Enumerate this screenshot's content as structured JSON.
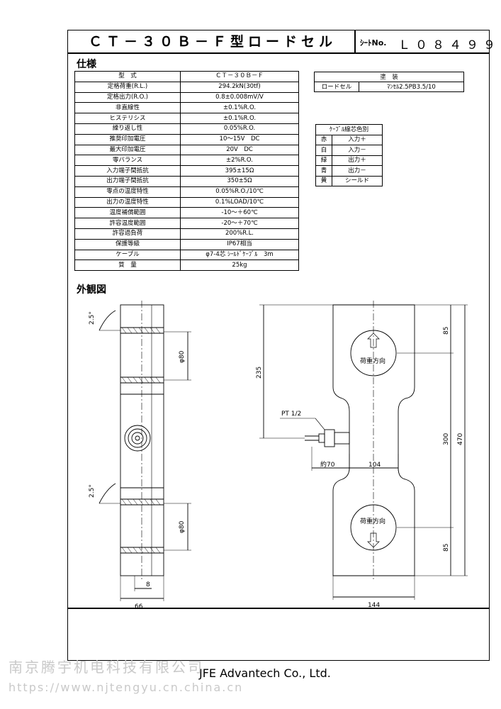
{
  "header": {
    "title": "ＣＴ－３０Ｂ－Ｆ型ロードセル",
    "sheet_label": "ｼｰﾄNo.",
    "sheet_no": "Ｌ０８４９９"
  },
  "spec_section": {
    "heading": "仕様",
    "header": [
      "型　式",
      "ＣＴ－３０Ｂ－Ｆ"
    ],
    "rows": [
      [
        "定格荷重(R.L.)",
        "294.2kN(30tf)"
      ],
      [
        "定格出力(R.O.)",
        "0.8±0.008mV/V"
      ],
      [
        "非直線性",
        "±0.1%R.O."
      ],
      [
        "ヒステリシス",
        "±0.1%R.O."
      ],
      [
        "繰り返し性",
        "0.05%R.O."
      ],
      [
        "推奨印加電圧",
        "10～15V　DC"
      ],
      [
        "最大印加電圧",
        "20V　DC"
      ],
      [
        "零バランス",
        "±2%R.O."
      ],
      [
        "入力端子間抵抗",
        "395±15Ω"
      ],
      [
        "出力端子間抵抗",
        "350±5Ω"
      ],
      [
        "零点の温度特性",
        "0.05%R.O./10℃"
      ],
      [
        "出力の温度特性",
        "0.1%LOAD/10℃"
      ],
      [
        "温度補償範囲",
        "-10～＋60℃"
      ],
      [
        "許容温度範囲",
        "-20～＋70℃"
      ],
      [
        "許容過負荷",
        "200%R.L."
      ],
      [
        "保護等級",
        "IP67相当"
      ],
      [
        "ケーブル",
        "φ7-4芯 ｼｰﾙﾄﾞｹｰﾌﾞﾙ　3m"
      ],
      [
        "質　量",
        "25kg"
      ]
    ]
  },
  "coating": {
    "header": "塗　装",
    "item": "ロードセル",
    "value": "ﾏﾝｾﾙ2.5PB3.5/10"
  },
  "cable": {
    "header": "ｹｰﾌﾞﾙ線芯色別",
    "rows": [
      [
        "赤",
        "入力＋"
      ],
      [
        "白",
        "入力－"
      ],
      [
        "緑",
        "出力＋"
      ],
      [
        "青",
        "出力－"
      ],
      [
        "黄",
        "シールド"
      ]
    ]
  },
  "drawing": {
    "heading": "外観図",
    "angle_top": "2.5°",
    "angle_bottom": "2.5°",
    "dia_top": "φ80",
    "dia_bottom": "φ80",
    "dim_8": "8",
    "dim_66": "66",
    "dim_235": "235",
    "pt_label": "PT 1/2",
    "dim_70": "約70",
    "dim_104": "104",
    "dim_85_top": "85",
    "dim_300": "300",
    "dim_470": "470",
    "dim_85_bottom": "85",
    "dim_144": "144",
    "load_dir": "荷重方向"
  },
  "footer": {
    "company": "JFE Advantech Co., Ltd."
  },
  "watermark": {
    "line1": "南京腾宇机电科技有限公司",
    "line2": "https://www.njtengyu.cn.china.cn"
  }
}
